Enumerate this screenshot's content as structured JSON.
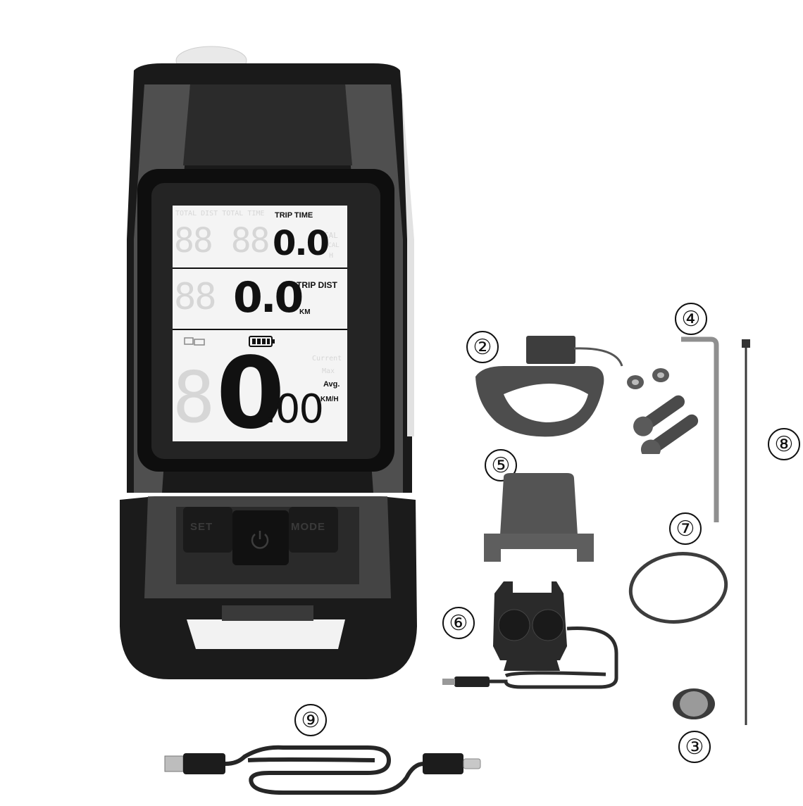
{
  "display": {
    "trip_time_label": "TRIP TIME",
    "trip_time_value": "0.0",
    "trip_dist_label": "TRIP DIST",
    "trip_dist_value": "0.0",
    "dist_unit": "KM",
    "avg_label": "Avg.",
    "speed_unit": "KM/H",
    "speed_main": "0",
    "speed_decimal": ".00",
    "ghost_top": "TOTAL DIST TOTAL TIME",
    "ghost_digits_top": "88 88",
    "ghost_digits_mid": "88",
    "ghost_digit_big": "8",
    "ghost_right_top": [
      "CAL",
      "KCAL",
      "H"
    ],
    "ghost_right_bottom": [
      "Current",
      "Max"
    ]
  },
  "buttons": {
    "set_label": "SET",
    "mode_label": "MODE",
    "power_icon": "power-icon"
  },
  "callouts": {
    "c2": "②",
    "c3": "③",
    "c4": "④",
    "c5": "⑤",
    "c6": "⑥",
    "c7": "⑦",
    "c8": "⑧",
    "c9": "⑨"
  },
  "colors": {
    "body": "#1c1c1c",
    "body_stripe": "#5a5a5a",
    "screen_bg": "#f4f4f4",
    "part_gray": "#4d4d4d"
  }
}
